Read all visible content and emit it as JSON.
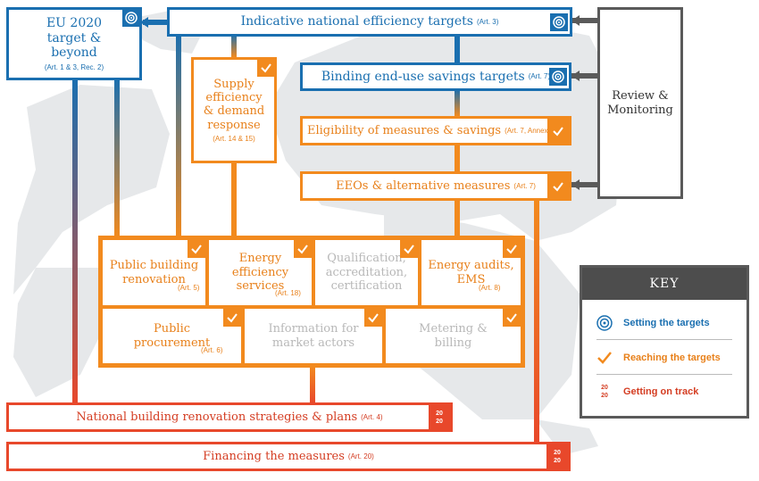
{
  "colors": {
    "blue": "#1a6fb0",
    "orange": "#f28a1e",
    "red": "#e8482b",
    "grey": "#5a5a5a",
    "muted": "#b8b8b8"
  },
  "eu_target": {
    "title": "EU 2020 target & beyond",
    "article": "(Art. 1 & 3, Rec. 2)",
    "icon": "target-icon"
  },
  "indicative": {
    "title": "Indicative national efficiency targets",
    "article": "(Art. 3)",
    "icon": "target-icon"
  },
  "binding": {
    "title": "Binding end-use savings targets",
    "article": "(Art. 7)",
    "icon": "target-icon"
  },
  "eligibility": {
    "title": "Eligibility of measures & savings",
    "article": "(Art. 7, Annex",
    "icon": "check-icon"
  },
  "eeos": {
    "title": "EEOs & alternative measures",
    "article": "(Art. 7)",
    "icon": "check-icon"
  },
  "supply": {
    "title": "Supply efficiency & demand response",
    "article": "(Art. 14 & 15)",
    "icon": "check-icon"
  },
  "review": {
    "title": "Review & Monitoring"
  },
  "grid": {
    "public_building": {
      "title": "Public building renovation",
      "article": "(Art. 5)"
    },
    "energy_services": {
      "title": "Energy efficiency services",
      "article": "(Art. 18)"
    },
    "qualification": {
      "title": "Qualification, accreditation, certification"
    },
    "audits": {
      "title": "Energy audits, EMS",
      "article": "(Art. 8)"
    },
    "procurement": {
      "title": "Public procurement",
      "article": "(Art. 6)"
    },
    "information": {
      "title": "Information for market actors"
    },
    "metering": {
      "title": "Metering & billing"
    }
  },
  "national_renovation": {
    "title": "National building renovation strategies & plans",
    "article": "(Art. 4)",
    "badge_top": "20",
    "badge_bottom": "20"
  },
  "financing": {
    "title": "Financing the measures",
    "article": "(Art. 20)",
    "badge_top": "20",
    "badge_bottom": "20"
  },
  "key": {
    "heading": "KEY",
    "setting": "Setting the targets",
    "reaching": "Reaching the targets",
    "getting": "Getting on track",
    "badge_top": "20",
    "badge_bottom": "20"
  }
}
